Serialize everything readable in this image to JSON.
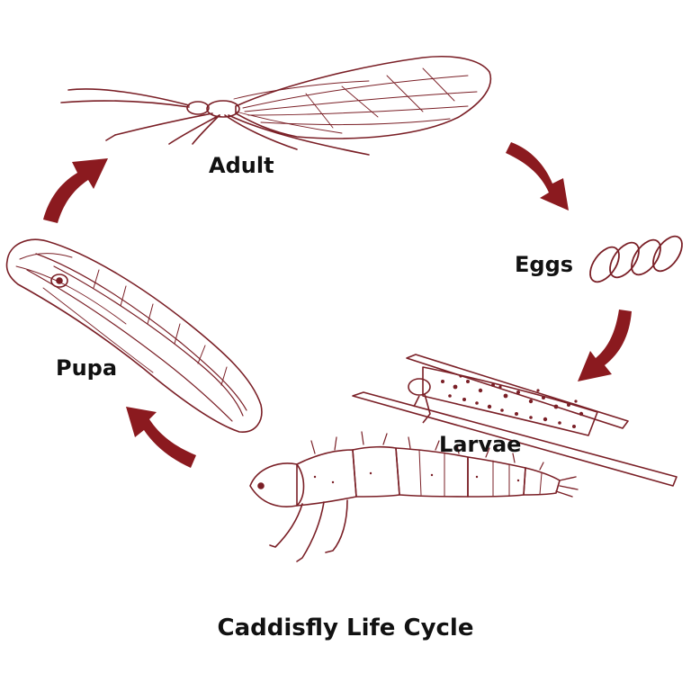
{
  "title": "Caddisfly Life Cycle",
  "stages": {
    "adult": "Adult",
    "eggs": "Eggs",
    "larvae": "Larvae",
    "pupa": "Pupa"
  },
  "colors": {
    "arrow": "#8b1a1f",
    "line_art": "#7a1f26",
    "text": "#111111",
    "background": "#ffffff"
  }
}
